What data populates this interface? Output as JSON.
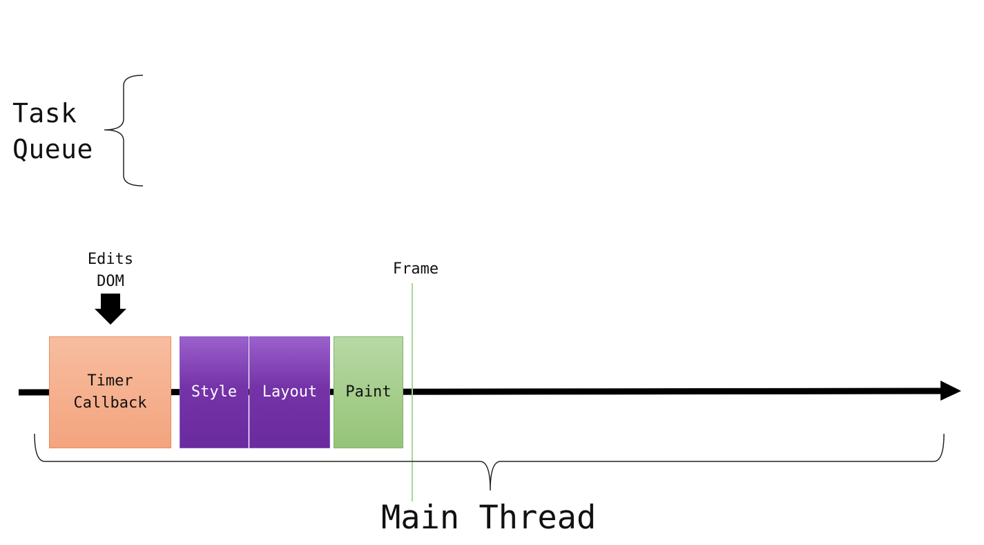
{
  "task_queue": {
    "label": "Task\nQueue"
  },
  "annotations": {
    "edits_dom": "Edits\nDOM",
    "frame": "Frame"
  },
  "blocks": [
    {
      "id": "timer-callback",
      "label": "Timer\nCallback",
      "color": "#f4a47e"
    },
    {
      "id": "style",
      "label": "Style",
      "color": "#7533a8"
    },
    {
      "id": "layout",
      "label": "Layout",
      "color": "#7533a8"
    },
    {
      "id": "paint",
      "label": "Paint",
      "color": "#a2cc88"
    }
  ],
  "main_thread": {
    "label": "Main Thread"
  },
  "colors": {
    "timeline": "#000000",
    "frame_line": "#a8d49a",
    "brace": "#222222"
  }
}
